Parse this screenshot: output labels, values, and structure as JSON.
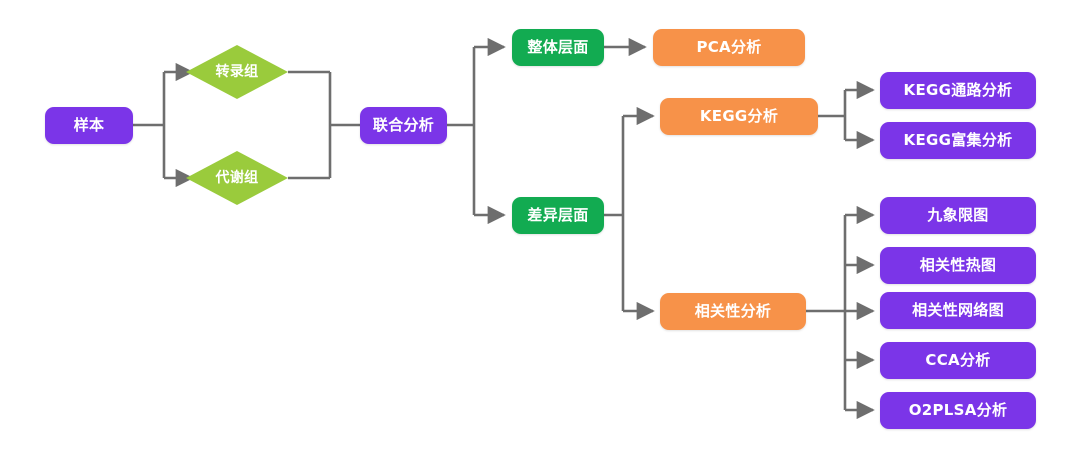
{
  "diagram": {
    "type": "flowchart",
    "title": "",
    "orientation": "left-to-right",
    "background": "#ffffff",
    "colors": {
      "purple": "#7b35e8",
      "green": "#12ab51",
      "orange": "#f79249",
      "diamond_green": "#9acb3c",
      "connector": "#6e6e6e",
      "text": "#ffffff"
    }
  },
  "nodes": {
    "sample": {
      "label": "样本",
      "shape": "rounded-rect",
      "color": "purple"
    },
    "transcriptome": {
      "label": "转录组",
      "shape": "diamond",
      "color": "diamond_green"
    },
    "metabolome": {
      "label": "代谢组",
      "shape": "diamond",
      "color": "diamond_green"
    },
    "joint_analysis": {
      "label": "联合分析",
      "shape": "rounded-rect",
      "color": "purple"
    },
    "overall_level": {
      "label": "整体层面",
      "shape": "rounded-rect",
      "color": "green"
    },
    "difference_level": {
      "label": "差异层面",
      "shape": "rounded-rect",
      "color": "green"
    },
    "pca": {
      "label": "PCA分析",
      "shape": "rounded-rect",
      "color": "orange"
    },
    "kegg": {
      "label": "KEGG分析",
      "shape": "rounded-rect",
      "color": "orange"
    },
    "correlation": {
      "label": "相关性分析",
      "shape": "rounded-rect",
      "color": "orange"
    },
    "kegg_pathway": {
      "label": "KEGG通路分析",
      "shape": "rounded-rect",
      "color": "purple"
    },
    "kegg_enrich": {
      "label": "KEGG富集分析",
      "shape": "rounded-rect",
      "color": "purple"
    },
    "nine_quadrant": {
      "label": "九象限图",
      "shape": "rounded-rect",
      "color": "purple"
    },
    "corr_heatmap": {
      "label": "相关性热图",
      "shape": "rounded-rect",
      "color": "purple"
    },
    "corr_network": {
      "label": "相关性网络图",
      "shape": "rounded-rect",
      "color": "purple"
    },
    "cca": {
      "label": "CCA分析",
      "shape": "rounded-rect",
      "color": "purple"
    },
    "o2plsa": {
      "label": "O2PLSA分析",
      "shape": "rounded-rect",
      "color": "purple"
    }
  },
  "edges": [
    {
      "from": "sample",
      "to": "transcriptome"
    },
    {
      "from": "sample",
      "to": "metabolome"
    },
    {
      "from": "transcriptome",
      "to": "joint_analysis"
    },
    {
      "from": "metabolome",
      "to": "joint_analysis"
    },
    {
      "from": "joint_analysis",
      "to": "overall_level"
    },
    {
      "from": "joint_analysis",
      "to": "difference_level"
    },
    {
      "from": "overall_level",
      "to": "pca"
    },
    {
      "from": "difference_level",
      "to": "kegg"
    },
    {
      "from": "difference_level",
      "to": "correlation"
    },
    {
      "from": "kegg",
      "to": "kegg_pathway"
    },
    {
      "from": "kegg",
      "to": "kegg_enrich"
    },
    {
      "from": "correlation",
      "to": "nine_quadrant"
    },
    {
      "from": "correlation",
      "to": "corr_heatmap"
    },
    {
      "from": "correlation",
      "to": "corr_network"
    },
    {
      "from": "correlation",
      "to": "cca"
    },
    {
      "from": "correlation",
      "to": "o2plsa"
    }
  ]
}
